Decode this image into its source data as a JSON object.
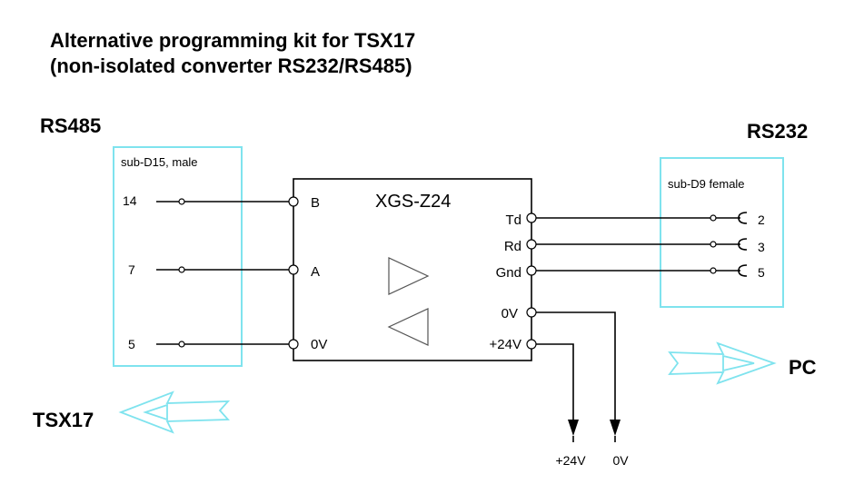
{
  "title": {
    "line1": "Alternative programming kit for TSX17",
    "line2": "(non-isolated converter RS232/RS485)"
  },
  "rs485": {
    "heading": "RS485",
    "connector": "sub-D15,  male",
    "pins": [
      "14",
      "7",
      "5"
    ]
  },
  "rs232": {
    "heading": "RS232",
    "connector": "sub-D9 female",
    "pins": [
      "2",
      "3",
      "5"
    ]
  },
  "device": {
    "name": "XGS-Z24",
    "left_terminals": [
      "B",
      "A",
      "0V"
    ],
    "right_terminals": [
      "Td",
      "Rd",
      "Gnd",
      "0V",
      "+24V"
    ]
  },
  "supply": {
    "labels": [
      "+24V",
      "0V"
    ]
  },
  "targets": {
    "left": "TSX17",
    "right": "PC"
  },
  "colors": {
    "accent": "#7fe3ee",
    "line": "#000000"
  }
}
